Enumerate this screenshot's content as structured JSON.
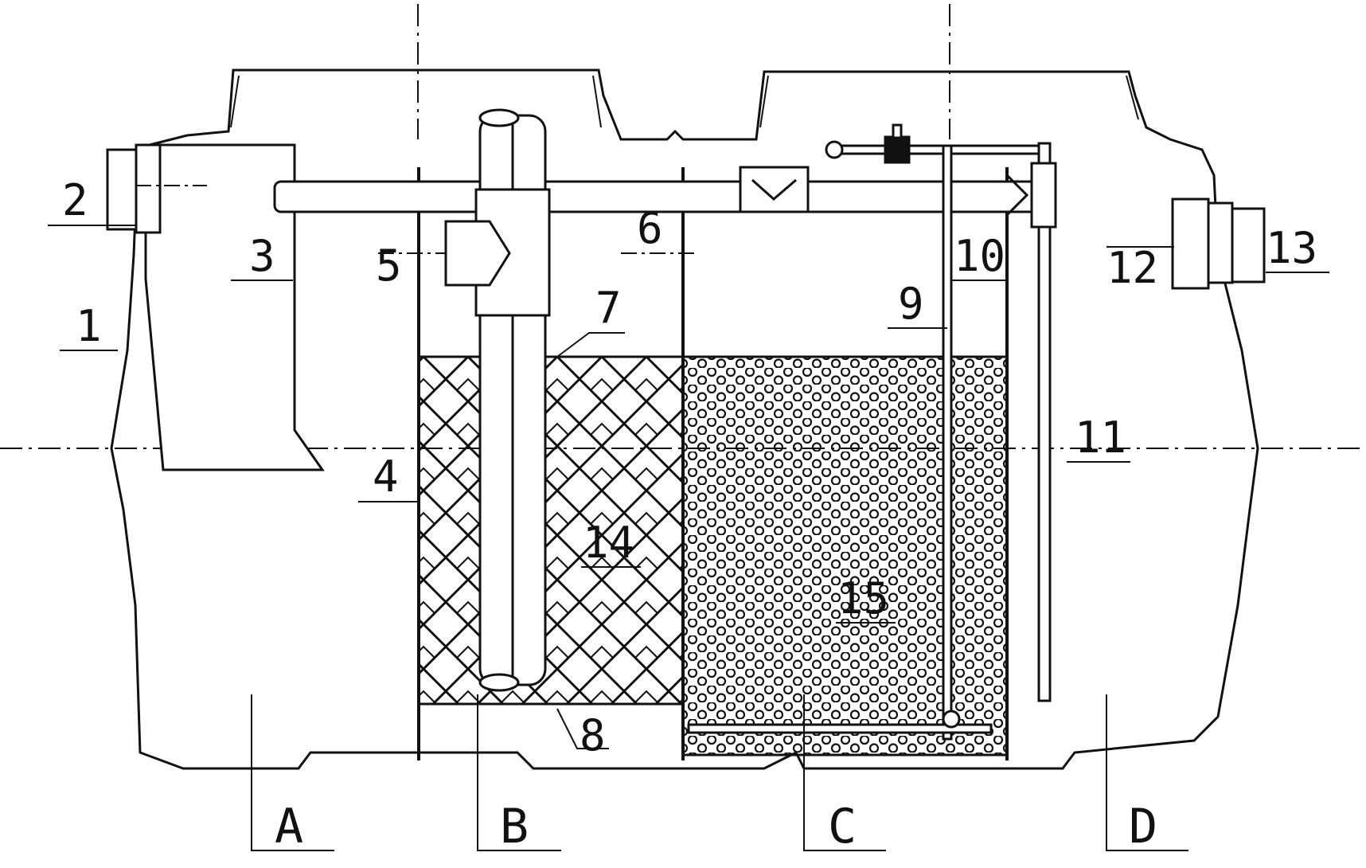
{
  "diagram": {
    "callouts": [
      "1",
      "2",
      "3",
      "4",
      "5",
      "6",
      "7",
      "8",
      "9",
      "10",
      "11",
      "12",
      "13",
      "14",
      "15"
    ],
    "zones": [
      "A",
      "B",
      "C",
      "D"
    ]
  },
  "colors": {
    "line": "#111111",
    "background": "#ffffff"
  }
}
